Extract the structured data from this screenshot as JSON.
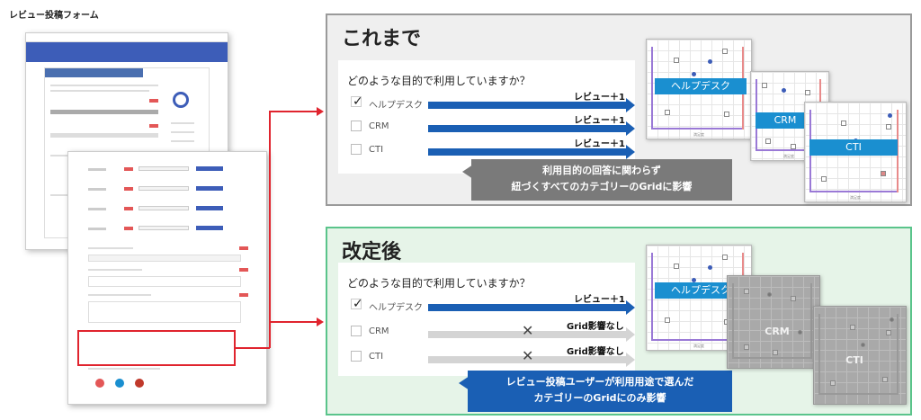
{
  "form": {
    "title": "レビュー投稿フォーム"
  },
  "panels": {
    "before": {
      "title": "これまで",
      "question": "どのような目的で利用していますか？",
      "options": [
        "ヘルプデスク",
        "CRM",
        "CTI"
      ],
      "checked_index": 0,
      "arrow_labels": [
        "レビュー＋1",
        "レビュー＋1",
        "レビュー＋1"
      ],
      "callout_line1": "利用目的の回答に関わらず",
      "callout_line2": "紐づくすべてのカテゴリーのGridに影響",
      "grid_labels": [
        "ヘルプデスク",
        "CRM",
        "CTI"
      ]
    },
    "after": {
      "title": "改定後",
      "question": "どのような目的で利用していますか？",
      "options": [
        "ヘルプデスク",
        "CRM",
        "CTI"
      ],
      "checked_index": 0,
      "arrow_labels": [
        "レビュー＋1",
        "Grid影響なし",
        "Grid影響なし"
      ],
      "callout_line1": "レビュー投稿ユーザーが利用用途で選んだ",
      "callout_line2": "カテゴリーのGridにのみ影響",
      "grid_labels": [
        "ヘルプデスク",
        "CRM",
        "CTI"
      ]
    }
  },
  "icons": {
    "check": "check-icon",
    "cross": "cross-icon"
  },
  "colors": {
    "accent_blue": "#1a5fb4",
    "callout_gray": "#7a7a7a",
    "red_highlight": "#e0242e",
    "before_border": "#9a9a9a",
    "after_border": "#5ac48b",
    "grid_tag": "#1a8fd0"
  }
}
